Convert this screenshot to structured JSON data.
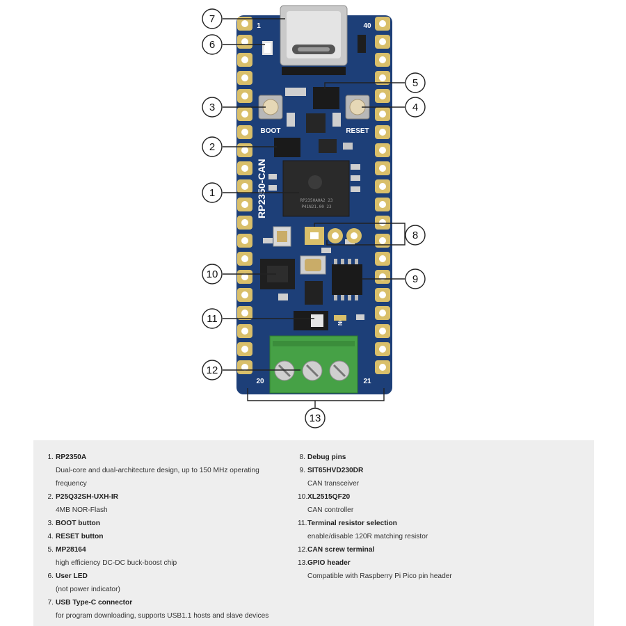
{
  "board": {
    "silkscreen": {
      "pin1": "1",
      "pin40": "40",
      "pin20": "20",
      "pin21": "21",
      "boot": "BOOT",
      "reset": "RESET",
      "name": "RP2350-CAN",
      "switch_on": "ON",
      "mcu_line1": "RP2350A0A2 23",
      "mcu_line2": "P41N21.00 23"
    },
    "colors": {
      "pcb": "#1d3f78",
      "pad": "#d9bf6a",
      "terminal": "#46a146"
    }
  },
  "callouts": [
    "1",
    "2",
    "3",
    "4",
    "5",
    "6",
    "7",
    "8",
    "9",
    "10",
    "11",
    "12",
    "13"
  ],
  "legend": {
    "left": [
      {
        "num": "1.",
        "title": "RP2350A",
        "desc": [
          "Dual-core and dual-architecture design, up to 150 MHz operating",
          "frequency"
        ]
      },
      {
        "num": "2.",
        "title": "P25Q32SH-UXH-IR",
        "desc": [
          "4MB NOR-Flash"
        ]
      },
      {
        "num": "3.",
        "title": "BOOT button",
        "desc": []
      },
      {
        "num": "4.",
        "title": "RESET button",
        "desc": []
      },
      {
        "num": "5.",
        "title": "MP28164",
        "desc": [
          "high efficiency DC-DC buck-boost chip"
        ]
      },
      {
        "num": "6.",
        "title": "User LED",
        "desc": [
          "(not power indicator)"
        ]
      },
      {
        "num": "7.",
        "title": "USB Type-C connector",
        "desc": [
          "for program downloading, supports USB1.1 hosts and slave devices"
        ]
      }
    ],
    "right": [
      {
        "num": "8.",
        "title": "Debug pins",
        "desc": []
      },
      {
        "num": "9.",
        "title": "SIT65HVD230DR",
        "desc": [
          "CAN transceiver"
        ]
      },
      {
        "num": "10.",
        "title": "XL2515QF20",
        "desc": [
          "CAN controller"
        ]
      },
      {
        "num": "11.",
        "title": "Terminal resistor selection",
        "desc": [
          "enable/disable 120R matching resistor"
        ]
      },
      {
        "num": "12.",
        "title": "CAN screw terminal",
        "desc": []
      },
      {
        "num": "13.",
        "title": "GPIO header",
        "desc": [
          "Compatible with Raspberry Pi Pico pin header"
        ]
      }
    ]
  }
}
